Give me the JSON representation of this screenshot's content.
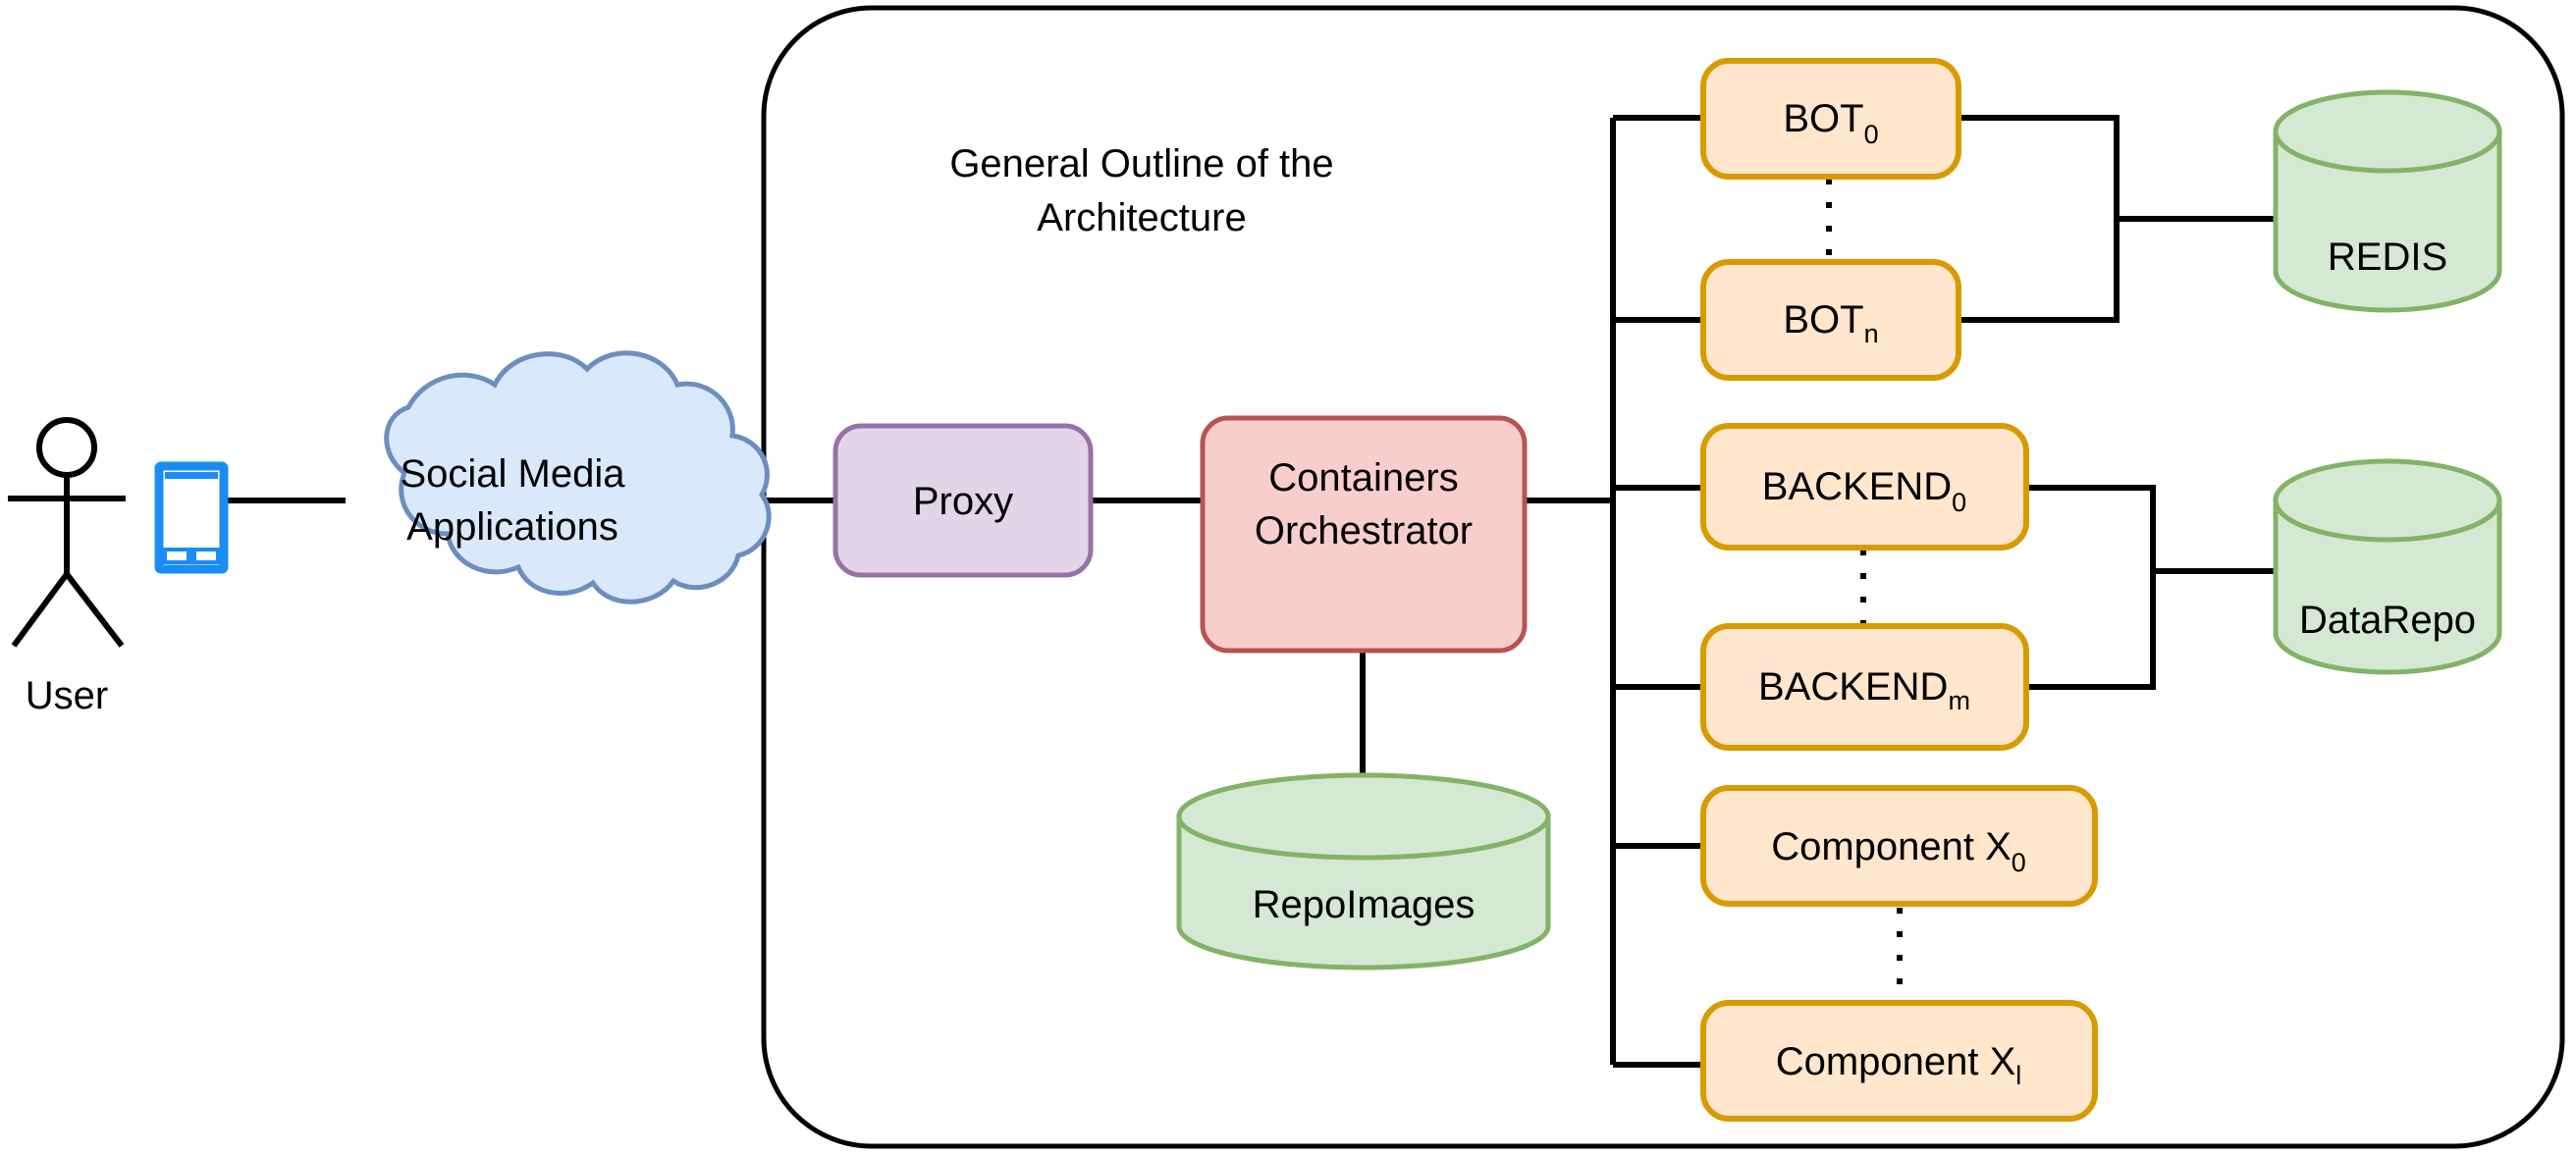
{
  "diagram": {
    "title_line1": "General Outline of the",
    "title_line2": "Architecture",
    "actor_label": "User",
    "colors": {
      "orange_fill": "#ffe6cc",
      "orange_stroke": "#d79b00",
      "purple_fill": "#e1d5e7",
      "purple_stroke": "#9673a6",
      "red_fill": "#f8cecc",
      "red_stroke": "#b85450",
      "green_fill": "#d5e8d4",
      "green_stroke": "#82b366",
      "cloud_fill": "#dae8fc",
      "cloud_stroke": "#6c8ebf",
      "phone_blue": "#1a8cf5",
      "edge": "#000000"
    },
    "nodes": {
      "cloud": {
        "line1": "Social Media",
        "line2": "Applications"
      },
      "proxy": {
        "label": "Proxy"
      },
      "orchestrator": {
        "line1": "Containers",
        "line2": "Orchestrator"
      },
      "repoimages": {
        "label": "RepoImages"
      },
      "redis": {
        "label": "REDIS"
      },
      "datarepo": {
        "label": "DataRepo"
      },
      "bot_first": {
        "base": "BOT",
        "sub": "0"
      },
      "bot_last": {
        "base": "BOT",
        "sub": "n"
      },
      "backend_first": {
        "base": "BACKEND",
        "sub": "0"
      },
      "backend_last": {
        "base": "BACKEND",
        "sub": "m"
      },
      "component_first": {
        "base": "Component X",
        "sub": "0"
      },
      "component_last": {
        "base": "Component X",
        "sub": "l"
      }
    }
  }
}
